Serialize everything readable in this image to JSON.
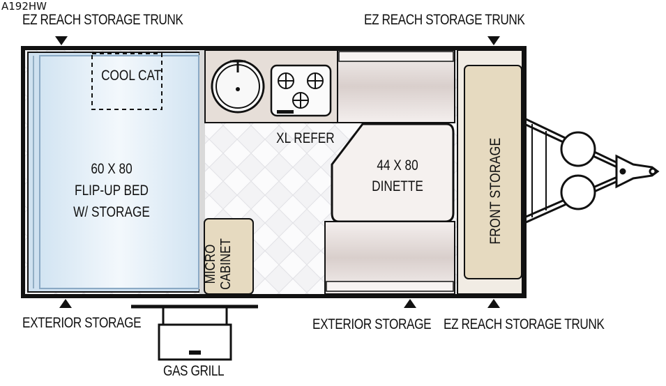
{
  "model": "A192HW",
  "labels": {
    "top_left_trunk": "EZ REACH STORAGE TRUNK",
    "top_right_trunk": "EZ REACH STORAGE TRUNK",
    "bottom_left_storage": "EXTERIOR  STORAGE",
    "bottom_mid_storage": "EXTERIOR STORAGE",
    "bottom_right_trunk": "EZ REACH STORAGE TRUNK",
    "gas_grill": "GAS GRILL"
  },
  "rooms": {
    "cooler": "COOL CAT",
    "bed_line1": "60 X 80",
    "bed_line2": "FLIP-UP BED",
    "bed_line3": "W/  STORAGE",
    "refer": "XL REFER",
    "dinette_line1": "44 X 80",
    "dinette_line2": "DINETTE",
    "micro_line1": "MICRO",
    "micro_line2": "CABINET",
    "front_storage": "FRONT STORAGE"
  },
  "colors": {
    "wall": "#111111",
    "bed_fill": "#dbeaf6",
    "bed_inner": "#eef6fc",
    "counter": "#e9e2dc",
    "cushion": "#ddd3d0",
    "cushion_light": "#f3eeec",
    "cabinet": "#e8dcc3",
    "floor": "#f1f1f3"
  }
}
